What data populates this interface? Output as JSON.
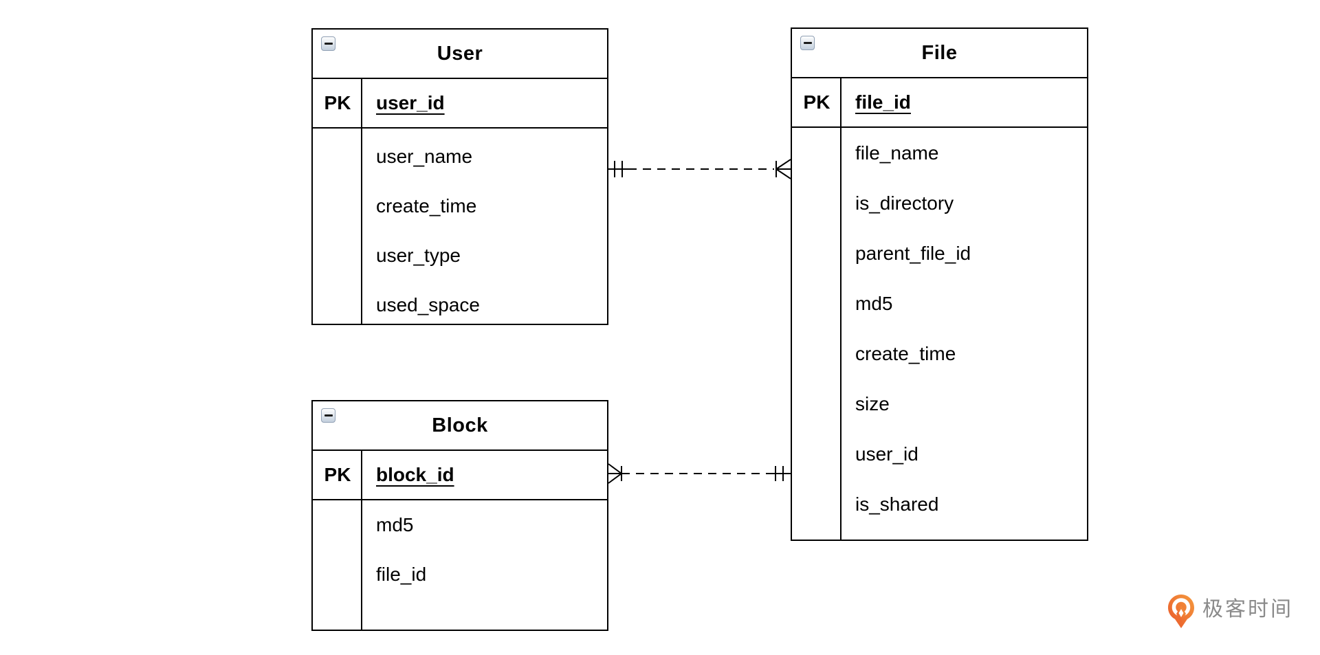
{
  "diagram": {
    "background": "#ffffff",
    "stroke_color": "#000000",
    "tables": [
      {
        "id": "user",
        "title": "User",
        "collapse_icon": "minus",
        "pk_label": "PK",
        "pk_field": "user_id",
        "fields": [
          "user_name",
          "create_time",
          "user_type",
          "used_space"
        ]
      },
      {
        "id": "file",
        "title": "File",
        "collapse_icon": "minus",
        "pk_label": "PK",
        "pk_field": "file_id",
        "fields": [
          "file_name",
          "is_directory",
          "parent_file_id",
          "md5",
          "create_time",
          "size",
          "user_id",
          "is_shared"
        ]
      },
      {
        "id": "block",
        "title": "Block",
        "collapse_icon": "minus",
        "pk_label": "PK",
        "pk_field": "block_id",
        "fields": [
          "md5",
          "file_id"
        ]
      }
    ],
    "relationships": [
      {
        "from": "User",
        "to": "File",
        "from_cardinality": "one-and-only-one",
        "to_cardinality": "one-or-many",
        "line_style": "dashed"
      },
      {
        "from": "Block",
        "to": "File",
        "from_cardinality": "one-or-many",
        "to_cardinality": "one-and-only-one",
        "line_style": "dashed"
      }
    ]
  },
  "watermark": {
    "brand": "极客时间",
    "icon": "geektime-logo",
    "icon_color": "#f0722f",
    "text_color": "#8a8a8a"
  }
}
